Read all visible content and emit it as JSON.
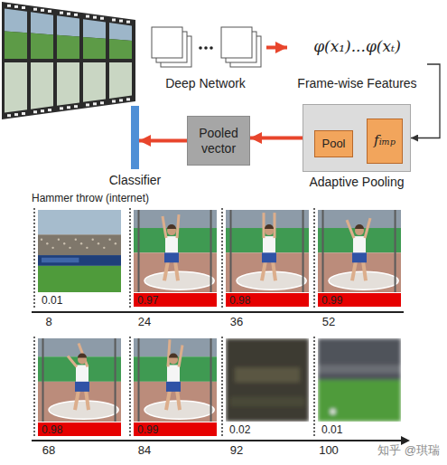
{
  "diagram": {
    "nodes": [
      {
        "text": [
          "Deep Network"
        ]
      },
      {
        "text": [
          "φ(x₁)...φ(xₜ)",
          "Frame-wise Features"
        ]
      },
      {
        "text": [
          "Adaptive Pooling"
        ]
      },
      {
        "text": [
          "Pool"
        ],
        "in": 2
      },
      {
        "text": [
          "fᵢₘₚ"
        ],
        "in": 2
      },
      {
        "text": [
          "Pooled vector"
        ]
      },
      {
        "text": [
          "Classifier"
        ]
      }
    ],
    "edges": [
      {
        "from": 0,
        "to": 1,
        "arrow": "to"
      },
      {
        "from": 1,
        "to": 2,
        "arrow": "to"
      },
      {
        "from": 3,
        "to": 4,
        "arrow": "to"
      },
      {
        "from": 4,
        "to": 3,
        "arrow": "to"
      },
      {
        "from": 2,
        "to": 5,
        "arrow": "to"
      },
      {
        "from": 5,
        "to": 6,
        "arrow": "to"
      }
    ],
    "labels": [
      "Hammer throw (internet)",
      "0.01",
      "0.97",
      "0.98",
      "0.99",
      "8",
      "24",
      "36",
      "52",
      "0.98",
      "0.99",
      "0.02",
      "0.01",
      "68",
      "84",
      "92",
      "100",
      "知乎 @琪瑞"
    ]
  }
}
